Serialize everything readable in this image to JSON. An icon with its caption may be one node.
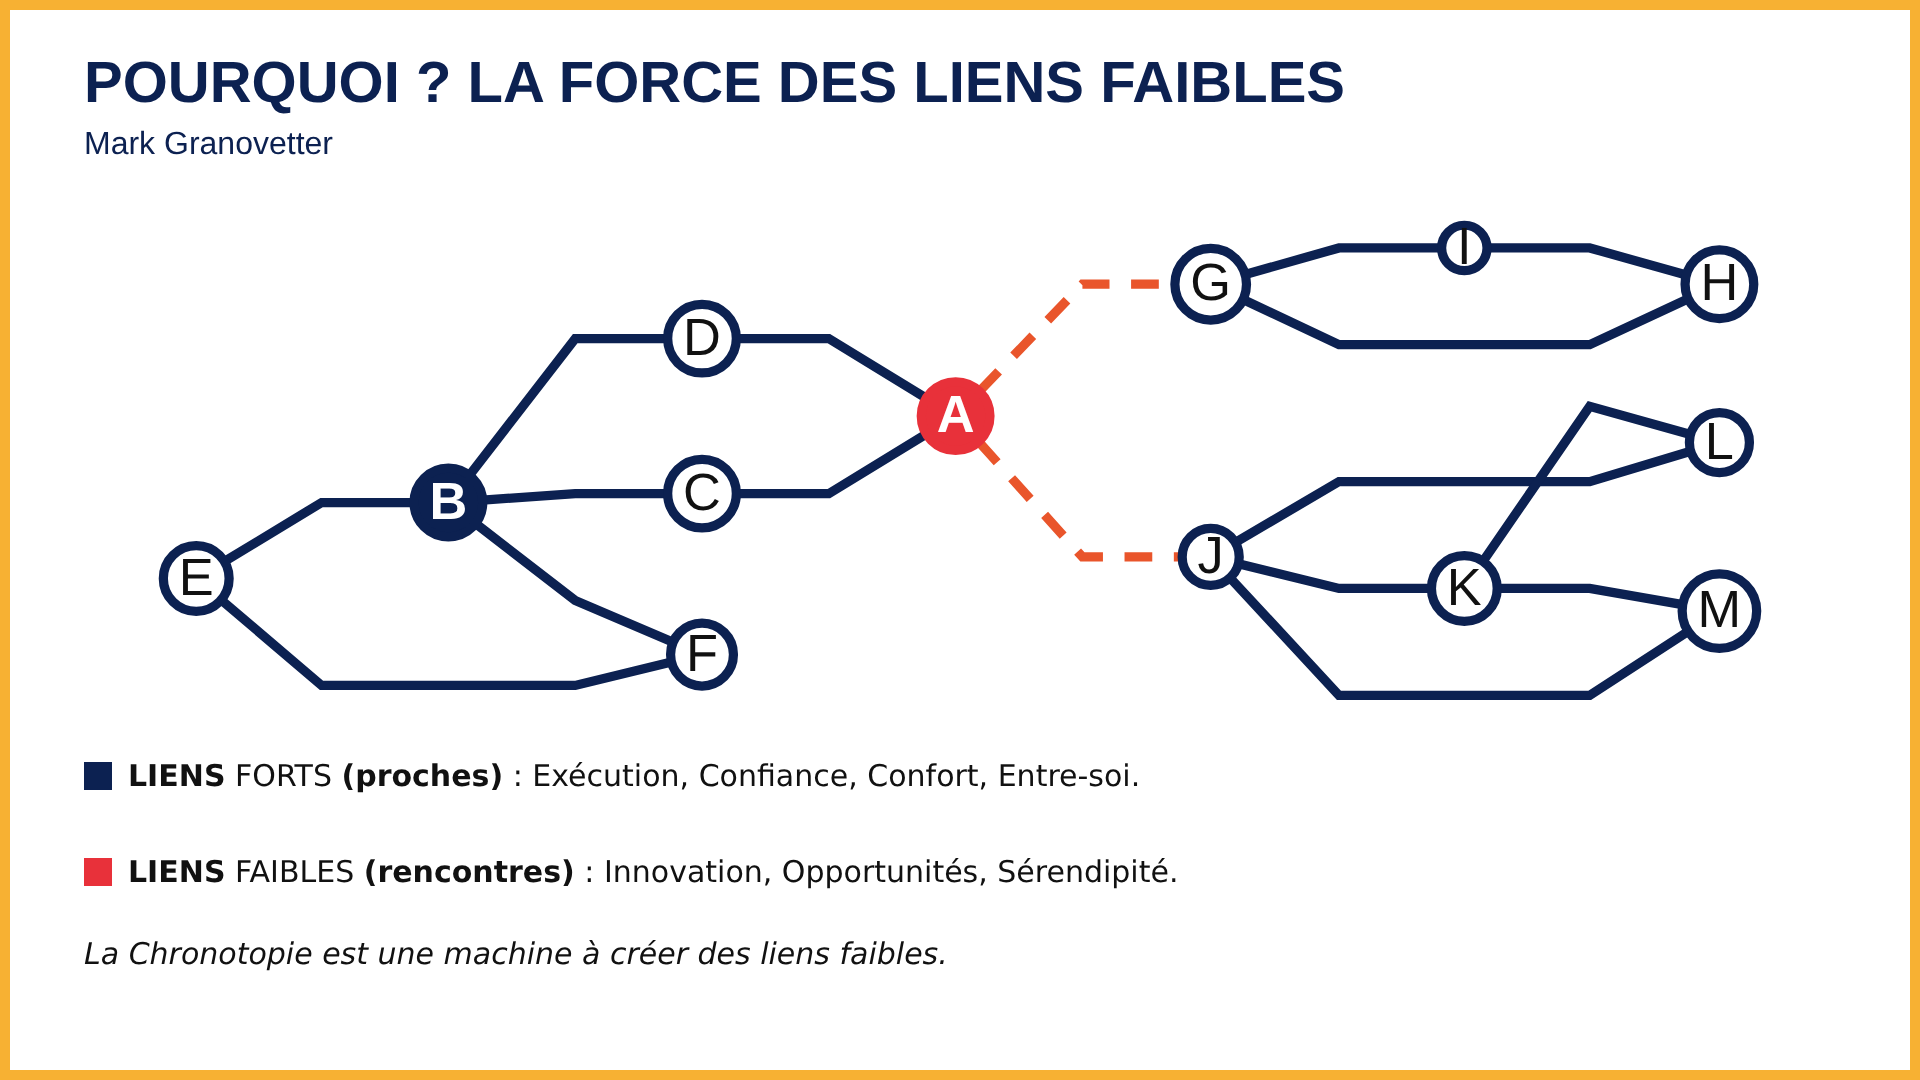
{
  "diagram": {
    "title": "POURQUOI ? LA FORCE DES LIENS FAIBLES",
    "nodes": [
      {
        "text": [
          "A"
        ]
      },
      {
        "text": [
          "B"
        ]
      },
      {
        "text": [
          "C"
        ]
      },
      {
        "text": [
          "D"
        ]
      },
      {
        "text": [
          "E"
        ]
      },
      {
        "text": [
          "F"
        ]
      },
      {
        "text": [
          "G"
        ]
      },
      {
        "text": [
          "H"
        ]
      },
      {
        "text": [
          "I"
        ]
      },
      {
        "text": [
          "J"
        ]
      },
      {
        "text": [
          "K"
        ]
      },
      {
        "text": [
          "L"
        ]
      },
      {
        "text": [
          "M"
        ]
      }
    ],
    "edges": [
      {
        "from": 4,
        "to": 1,
        "arrow": "none"
      },
      {
        "from": 4,
        "to": 5,
        "arrow": "none"
      },
      {
        "from": 1,
        "to": 5,
        "arrow": "none"
      },
      {
        "from": 1,
        "to": 2,
        "arrow": "none"
      },
      {
        "from": 1,
        "to": 3,
        "arrow": "none"
      },
      {
        "from": 2,
        "to": 0,
        "arrow": "none"
      },
      {
        "from": 3,
        "to": 0,
        "arrow": "none"
      },
      {
        "from": 0,
        "to": 6,
        "arrow": "none",
        "style": "dashed",
        "color": "#e9552b"
      },
      {
        "from": 0,
        "to": 9,
        "arrow": "none",
        "style": "dashed",
        "color": "#e9552b"
      },
      {
        "from": 6,
        "to": 8,
        "arrow": "none"
      },
      {
        "from": 6,
        "to": 7,
        "arrow": "none"
      },
      {
        "from": 8,
        "to": 7,
        "arrow": "none"
      },
      {
        "from": 9,
        "to": 10,
        "arrow": "none"
      },
      {
        "from": 9,
        "to": 11,
        "arrow": "none"
      },
      {
        "from": 9,
        "to": 12,
        "arrow": "none"
      },
      {
        "from": 10,
        "to": 11,
        "arrow": "none"
      },
      {
        "from": 10,
        "to": 12,
        "arrow": "none"
      }
    ],
    "labels": [
      "Mark Granovetter",
      "La Chronotopie est une machine à créer des liens faibles."
    ],
    "legend": [
      {
        "text": "**LIENS** FORTS **(proches)** : Exécution, Confiance, Confort, Entre-soi.",
        "color": "#0c2151"
      },
      {
        "text": "**LIENS** FAIBLES **(rencontres)** : Innovation, Opportunités, Sérendipité.",
        "color": "#e8313a"
      }
    ]
  }
}
